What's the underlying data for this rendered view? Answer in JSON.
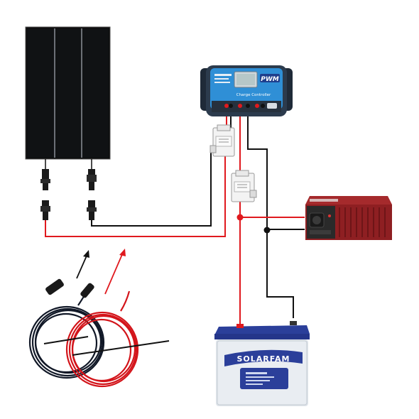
{
  "controller": {
    "badge": "PWM",
    "subtitle": "Charge Controller"
  },
  "battery": {
    "brand": "SOLARFAM"
  },
  "colors": {
    "positive_wire": "#e0191e",
    "negative_wire": "#111111",
    "panel": "#0b0b0b",
    "controller_blue": "#2f8fd6",
    "inverter_red": "#8e1f22",
    "battery_case": "#dfe4ea",
    "battery_lid": "#2b3f9a"
  },
  "icons": [
    "solar-panel-icon",
    "mc4-connector-icon",
    "fuse-holder-icon",
    "arrow-up-icon"
  ]
}
